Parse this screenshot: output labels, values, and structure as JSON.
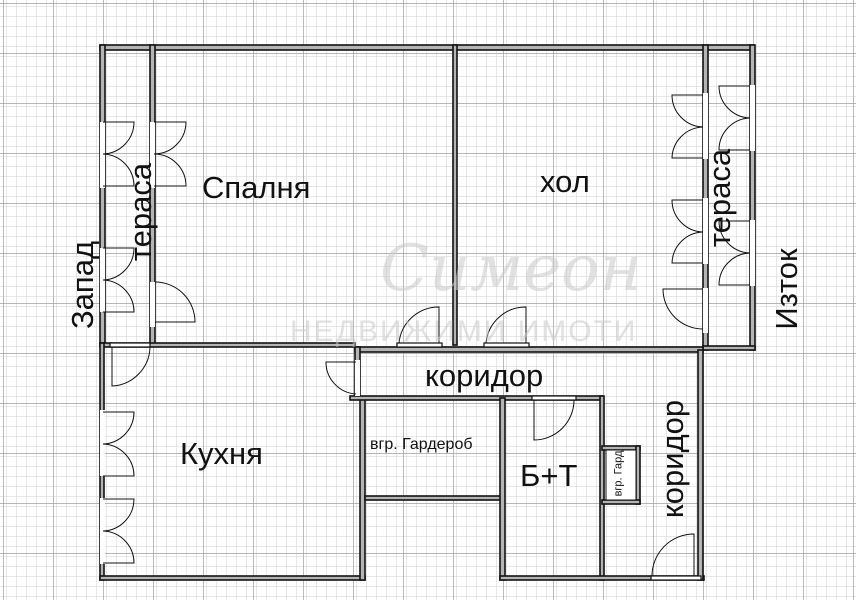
{
  "plan": {
    "rooms": {
      "bedroom": "Спалня",
      "living_room": "хол",
      "kitchen": "Кухня",
      "corridor_main": "коридор",
      "corridor_side": "коридор",
      "wardrobe": "вгр. Гардероб",
      "wardrobe_small": "вгр. Гард",
      "bathroom": "Б+Т",
      "terrace_west": "тераса",
      "terrace_east": "тераса"
    },
    "orientation": {
      "west": "Запад",
      "east": "Изток"
    },
    "watermark": {
      "script": "Симеон",
      "caption": "НЕДВИЖИМИ ИМОТИ"
    },
    "colors": {
      "background": "#ffffff",
      "grid_minor": "#c8c8c8",
      "grid_major": "#9a9a9a",
      "wall_fill": "#b4b4b4",
      "wall_stroke": "#111111"
    }
  }
}
